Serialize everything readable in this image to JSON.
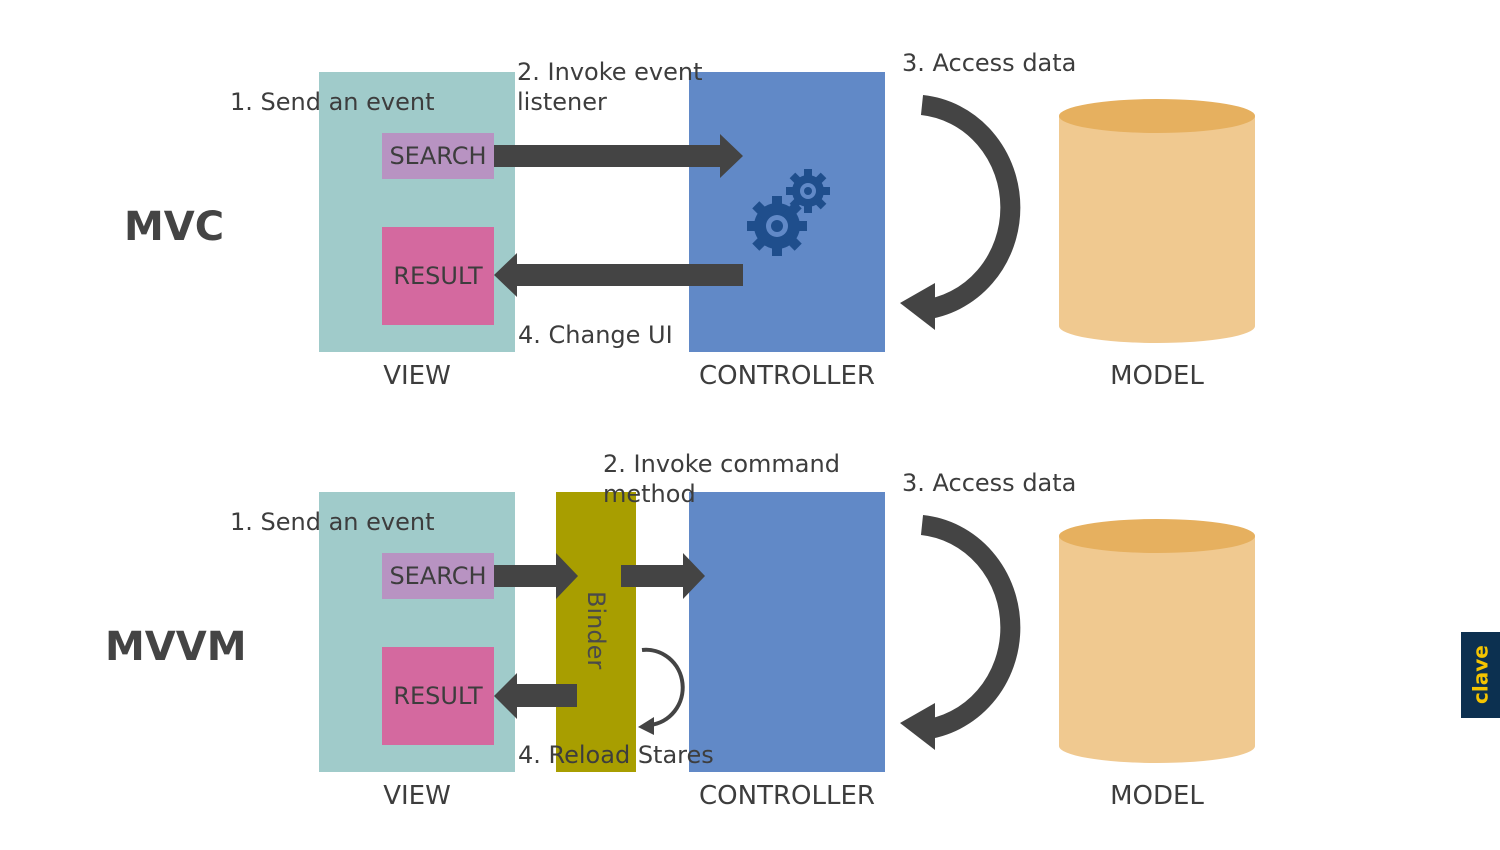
{
  "colors": {
    "view": "#a0cbca",
    "controller": "#6189c7",
    "model_top": "#e6b05f",
    "model_body": "#f0c990",
    "search": "#b893c2",
    "result": "#d4699f",
    "binder": "#a89e00",
    "arrow": "#444444",
    "gear": "#1f4e8c",
    "logo_bg": "#0c3050",
    "logo_text": "#f5c400"
  },
  "mvc": {
    "title": "MVC",
    "step1": "1. Send an event",
    "step2_line1": "2. Invoke event",
    "step2_line2": "listener",
    "step3": "3. Access data",
    "step4": "4. Change UI",
    "search": "SEARCH",
    "result": "RESULT",
    "view": "VIEW",
    "controller": "CONTROLLER",
    "model": "MODEL",
    "controller_icon": "gears-icon"
  },
  "mvvm": {
    "title": "MVVM",
    "step1": "1. Send an event",
    "step2_line1": "2. Invoke command",
    "step2_line2": "method",
    "step3": "3. Access data",
    "step4": "4. Reload Stares",
    "search": "SEARCH",
    "result": "RESULT",
    "binder": "Binder",
    "view": "VIEW",
    "controller": "CONTROLLER",
    "model": "MODEL"
  },
  "logo": {
    "text": "clave",
    "icon": "clave-logo"
  }
}
